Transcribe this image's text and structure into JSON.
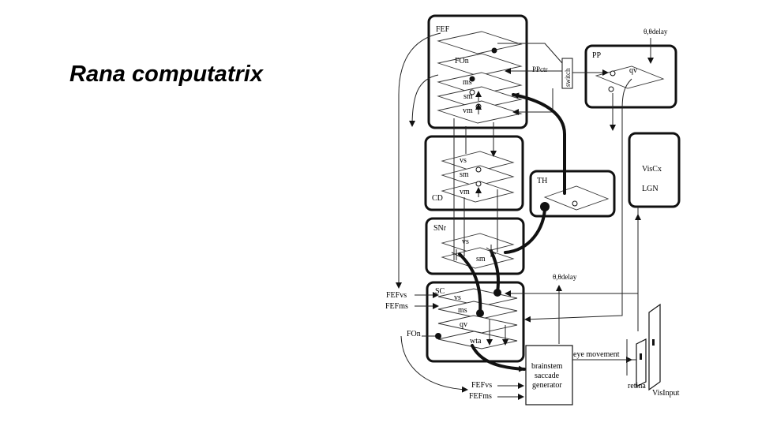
{
  "slide": {
    "title": "Rana computatrix"
  },
  "diagram": {
    "fef": {
      "name": "FEF",
      "layers": [
        "FOn",
        "ms",
        "sm",
        "vm"
      ],
      "ppctr": "PPctr",
      "switch": "switch"
    },
    "pp": {
      "name": "PP",
      "layer": "qv",
      "input": "θ,θdelay"
    },
    "cd": {
      "name": "CD",
      "layers": [
        "vs",
        "sm",
        "vm"
      ]
    },
    "th": {
      "name": "TH"
    },
    "snr": {
      "name": "SNr",
      "layers": [
        "vs",
        "sm"
      ]
    },
    "sc": {
      "name": "SC",
      "layers": [
        "vs",
        "ms",
        "qv",
        "wta"
      ],
      "output": "θ,θdelay"
    },
    "viscx": {
      "name": "VisCx",
      "sub": "LGN"
    },
    "brainstem": {
      "lines": [
        "brainstem",
        "saccade",
        "generator"
      ]
    },
    "inputs": {
      "fefvs_sc": "FEFvs",
      "fefms_sc": "FEFms",
      "fon_sc": "FOn",
      "fefvs_bs": "FEFvs",
      "fefms_bs": "FEFms"
    },
    "eye_movement": "eye movement",
    "retina": "retina",
    "visinput": "VisInput"
  }
}
